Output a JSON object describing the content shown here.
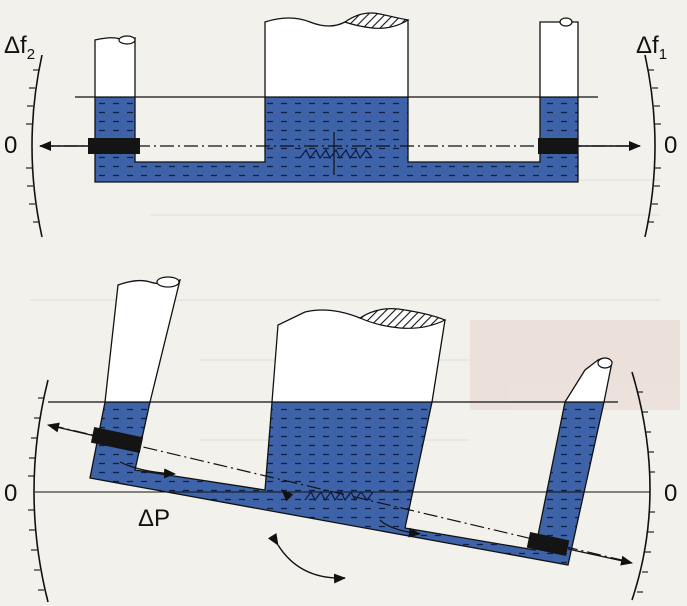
{
  "labels": {
    "df2_main": "Δf",
    "df2_sub": "2",
    "df1_main": "Δf",
    "df1_sub": "1",
    "zero_top_left": "0",
    "zero_top_right": "0",
    "zero_bottom_left": "0",
    "zero_bottom_right": "0",
    "delta_p": "ΔP"
  },
  "colors": {
    "background": "#f3f1ec",
    "water": "#3e63a8",
    "water_dash": "#0e1e45",
    "wall": "#ffffff",
    "line": "#111111",
    "block": "#141414"
  }
}
